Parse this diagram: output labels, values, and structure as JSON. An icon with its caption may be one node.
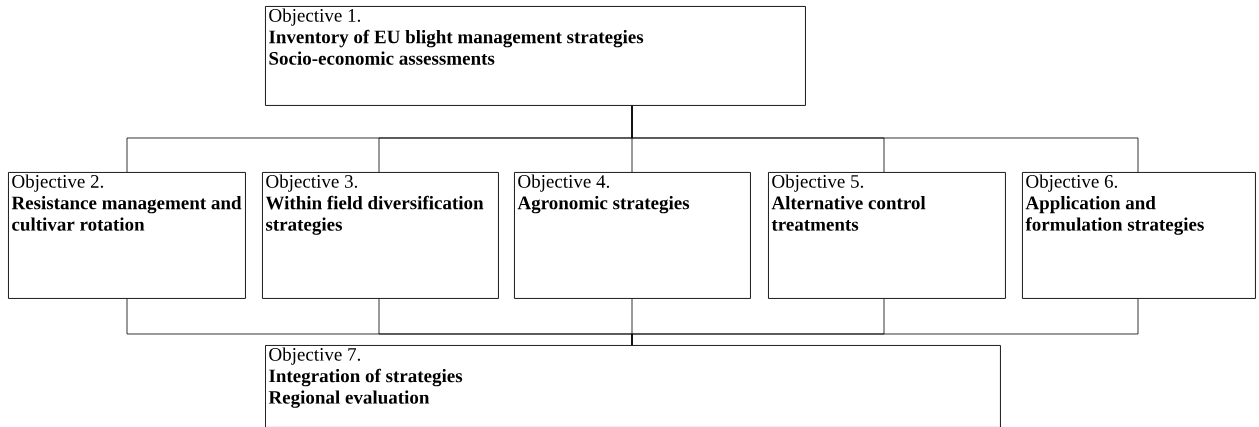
{
  "diagram": {
    "nodes": [
      {
        "text": [
          "Objective 1.",
          "Inventory of EU blight management strategies",
          "Socio-economic assessments"
        ]
      },
      {
        "text": [
          "Objective 2.",
          "Resistance management and cultivar rotation"
        ]
      },
      {
        "text": [
          "Objective 3.",
          "Within field diversification strategies"
        ]
      },
      {
        "text": [
          "Objective 4.",
          "Agronomic strategies"
        ]
      },
      {
        "text": [
          "Objective 5.",
          "Alternative control treatments"
        ]
      },
      {
        "text": [
          "Objective 6.",
          "Application and formulation strategies"
        ]
      },
      {
        "text": [
          "Objective 7.",
          "Integration of strategies",
          "Regional evaluation"
        ]
      }
    ],
    "edges": [
      {
        "from": 0,
        "to": 1,
        "arrow": "none"
      },
      {
        "from": 0,
        "to": 2,
        "arrow": "none"
      },
      {
        "from": 0,
        "to": 3,
        "arrow": "none"
      },
      {
        "from": 0,
        "to": 4,
        "arrow": "none"
      },
      {
        "from": 0,
        "to": 5,
        "arrow": "none"
      },
      {
        "from": 1,
        "to": 6,
        "arrow": "none"
      },
      {
        "from": 2,
        "to": 6,
        "arrow": "none"
      },
      {
        "from": 3,
        "to": 6,
        "arrow": "none"
      },
      {
        "from": 4,
        "to": 6,
        "arrow": "none"
      },
      {
        "from": 5,
        "to": 6,
        "arrow": "none"
      }
    ]
  }
}
